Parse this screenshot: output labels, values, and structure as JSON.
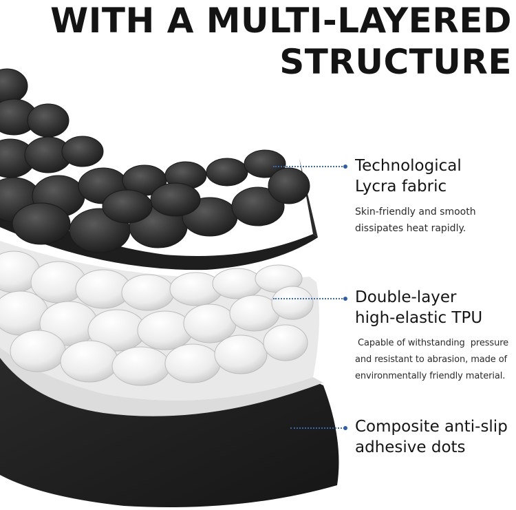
{
  "headline": {
    "line1": "WITH A MULTI-LAYERED",
    "line2": "STRUCTURE"
  },
  "layers": [
    {
      "title_line1": "Technological",
      "title_line2": "Lycra fabric",
      "desc_line1": "Skin-friendly and smooth",
      "desc_line2": "dissipates heat rapidly."
    },
    {
      "title_line1": "Double-layer",
      "title_line2": "high-elastic TPU",
      "desc_line1": " Capable of withstanding  pressure",
      "desc_line2": "and resistant to abrasion, made of",
      "desc_line3": "environmentally friendly material."
    },
    {
      "title_line1": "Composite anti-slip",
      "title_line2": "adhesive dots"
    }
  ],
  "colors": {
    "fabric_layer": "#3a3a3a",
    "tpu_layer": "#e6e6e6",
    "base_layer": "#1f1f1f",
    "leader_line": "#2f5fa6"
  },
  "icons": {
    "leader": "dotted-leader-line"
  }
}
